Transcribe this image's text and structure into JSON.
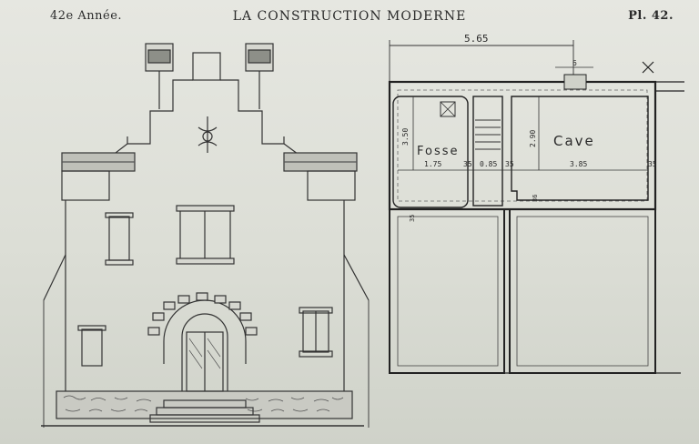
{
  "header": {
    "left": "42e Année.",
    "center": "La Construction Moderne",
    "right": "Pl. 42."
  },
  "plan": {
    "overall_width": "5.65",
    "chimney_dim": "6",
    "rooms": {
      "fosse": "Fosse",
      "cave": "Cave"
    },
    "dims": {
      "fosse_width": "1.75",
      "wall_a": "35",
      "stair_width": "0.85",
      "wall_b": "35",
      "cave_width": "3.85",
      "wall_c": "35",
      "fosse_depth": "3.50",
      "cave_depth": "2.90",
      "small_1": "35",
      "small_2": "36"
    }
  }
}
